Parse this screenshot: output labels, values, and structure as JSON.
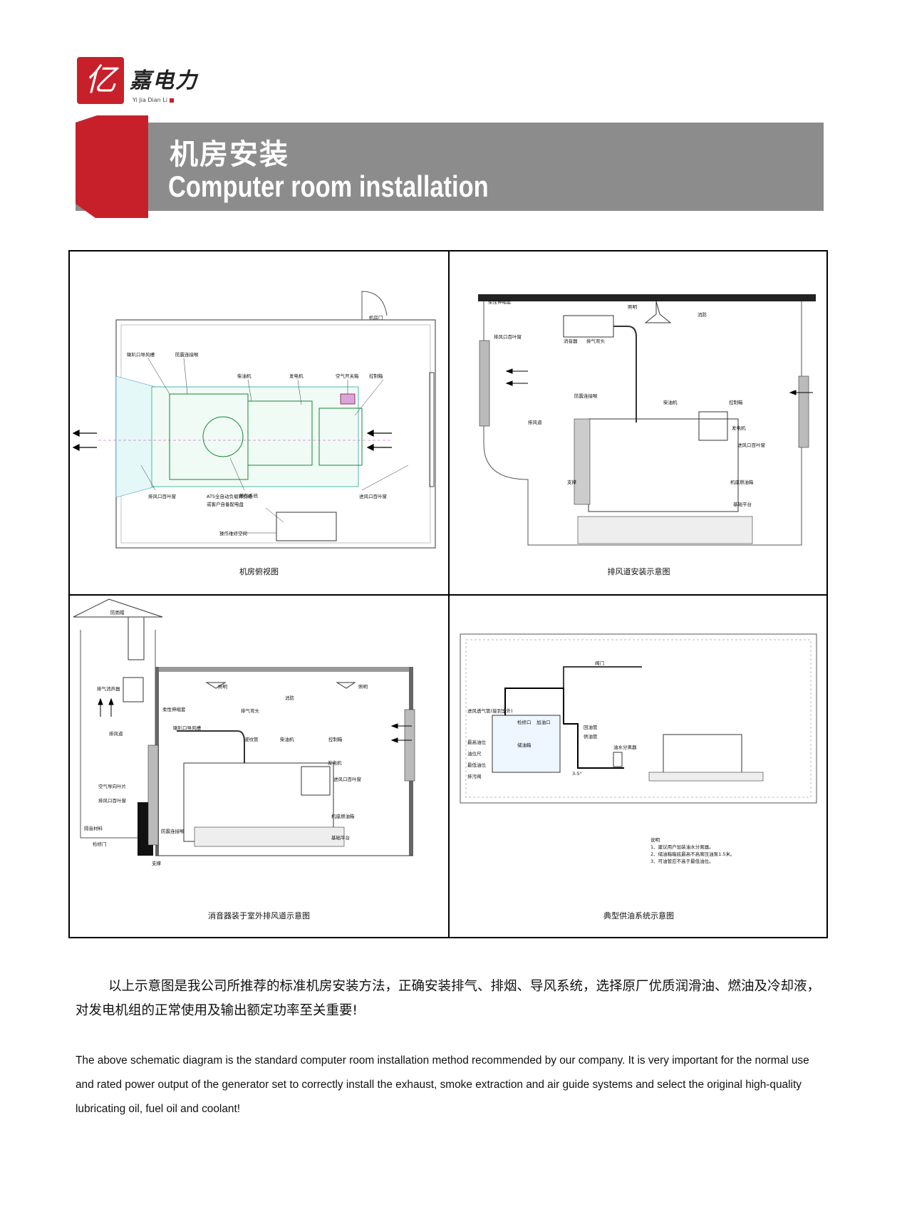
{
  "brand": {
    "mark": "亿",
    "name_cn": "嘉电力",
    "name_en": "Yi Jia Dian Li"
  },
  "header": {
    "title_cn": "机房安装",
    "title_en": "Computer room installation"
  },
  "panels": [
    {
      "caption": "机房俯视图",
      "labels": [
        "机房门",
        "喇叭口导风槽",
        "防震连接喉",
        "柴油机",
        "发电机",
        "空气开关箱",
        "控制箱",
        "排气系统",
        "排风口百叶窗",
        "ATS全自动负载转换柜",
        "或客户自备配电盘",
        "进风口百叶窗",
        "操作维修空间"
      ]
    },
    {
      "caption": "排风道安装示意图",
      "labels": [
        "柔性伸缩套",
        "照明",
        "消防",
        "排风口百叶窗",
        "消音器",
        "排气弯头",
        "防震连接喉",
        "柴油机",
        "控制箱",
        "排风道",
        "发电机",
        "进风口百叶窗",
        "支撑",
        "机座燃油箱",
        "基础平台"
      ]
    },
    {
      "caption": "消音器装于室外排风道示意图",
      "labels": [
        "防雨帽",
        "照明",
        "消防",
        "照明",
        "排气消声器",
        "柔性伸缩套",
        "排气弯头",
        "喇叭口导风槽",
        "波纹管",
        "柴油机",
        "控制箱",
        "排风道",
        "发电机",
        "进风口百叶窗",
        "空气导向叶片",
        "排风口百叶窗",
        "机座燃油箱",
        "隔音材料",
        "防震连接喉",
        "基础平台",
        "检修门",
        "支撑"
      ]
    },
    {
      "caption": "典型供油系统示意图",
      "labels": [
        "阀门",
        "进风透气管(接到室外)",
        "检修口",
        "加油口",
        "回油管",
        "供油管",
        "储油箱",
        "最高油位",
        "油位尺",
        "最低油位",
        "排污阀",
        "油水分离器",
        "3-5°"
      ],
      "notes": [
        "说明",
        "1、建议用户加装油水分离器。",
        "2、储油箱箱底最高不高离压油泵1.5米。",
        "3、可油管应不高于最低油位。"
      ]
    }
  ],
  "body": {
    "paragraph_cn": "以上示意图是我公司所推荐的标准机房安装方法，正确安装排气、排烟、导风系统，选择原厂优质润滑油、燃油及冷却液，对发电机组的正常使用及输出额定功率至关重要!",
    "paragraph_en": "The above schematic diagram is the standard computer room installation method recommended by our company. It is very important for the normal use and rated power output of the generator set to correctly install the exhaust, smoke extraction and air guide systems and select the original high-quality lubricating oil, fuel oil and coolant!"
  },
  "colors": {
    "brand_red": "#c8202a",
    "banner_gray": "#8c8c8c",
    "frame_line": "#000000"
  }
}
